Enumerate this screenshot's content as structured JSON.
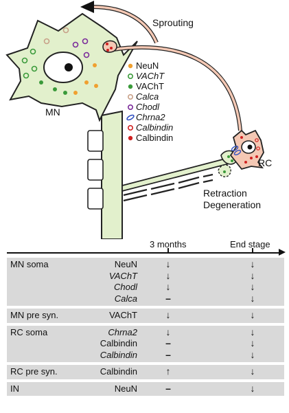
{
  "diagram": {
    "sprouting": "Sprouting",
    "mn": "MN",
    "rc": "RC",
    "retraction": "Retraction",
    "degeneration": "Degeneration",
    "legend": [
      {
        "label": "NeuN",
        "italic": false,
        "marker": "dot",
        "color": "#f0a030"
      },
      {
        "label": "VAChT",
        "italic": true,
        "marker": "ring",
        "color": "#3a9a3a"
      },
      {
        "label": "VAChT",
        "italic": false,
        "marker": "dot",
        "color": "#3a9a3a"
      },
      {
        "label": "Calca",
        "italic": true,
        "marker": "ring",
        "color": "#c8a088"
      },
      {
        "label": "Chodl",
        "italic": true,
        "marker": "ring",
        "color": "#7a2a9a"
      },
      {
        "label": "Chrna2",
        "italic": true,
        "marker": "oval",
        "color": "#3050c0"
      },
      {
        "label": "Calbindin",
        "italic": true,
        "marker": "ring",
        "color": "#d02020"
      },
      {
        "label": "Calbindin",
        "italic": false,
        "marker": "dot",
        "color": "#d02020"
      }
    ],
    "colors": {
      "neuron_fill": "#e2f0cc",
      "axon_fill": "#f4c8b4",
      "outline": "#222222"
    }
  },
  "table": {
    "col1": "3 months",
    "col2": "End stage",
    "groups": [
      {
        "name": "MN soma",
        "rows": [
          {
            "label": "NeuN",
            "italic": false,
            "m3": "↓",
            "end": "↓"
          },
          {
            "label": "VAChT",
            "italic": true,
            "m3": "↓",
            "end": "↓"
          },
          {
            "label": "Chodl",
            "italic": true,
            "m3": "↓",
            "end": "↓"
          },
          {
            "label": "Calca",
            "italic": true,
            "m3": "–",
            "end": "↓"
          }
        ]
      },
      {
        "name": "MN pre syn.",
        "rows": [
          {
            "label": "VAChT",
            "italic": false,
            "m3": "↓",
            "end": "↓"
          }
        ]
      },
      {
        "name": "RC soma",
        "rows": [
          {
            "label": "Chrna2",
            "italic": true,
            "m3": "↓",
            "end": "↓"
          },
          {
            "label": "Calbindin",
            "italic": false,
            "m3": "–",
            "end": "↓"
          },
          {
            "label": "Calbindin",
            "italic": true,
            "m3": "–",
            "end": "↓"
          }
        ]
      },
      {
        "name": "RC pre syn.",
        "rows": [
          {
            "label": "Calbindin",
            "italic": false,
            "m3": "↑",
            "end": "↓"
          }
        ]
      },
      {
        "name": "IN",
        "rows": [
          {
            "label": "NeuN",
            "italic": false,
            "m3": "–",
            "end": "↓"
          }
        ]
      }
    ]
  }
}
